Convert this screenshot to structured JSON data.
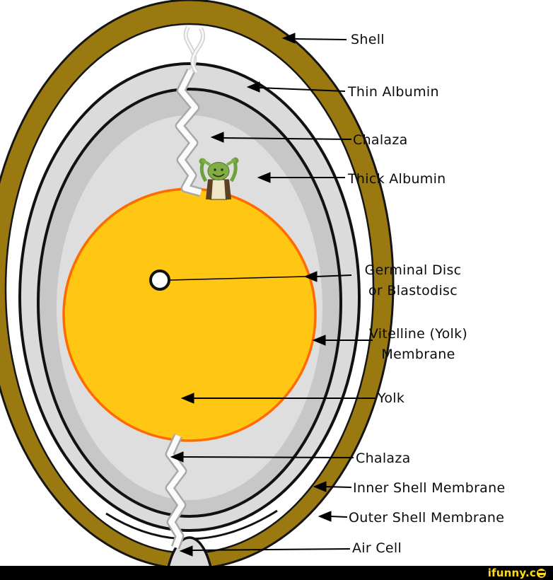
{
  "diagram": {
    "labels": {
      "shell": "Shell",
      "thin_albumin": "Thin Albumin",
      "chalaza_top": "Chalaza",
      "thick_albumin": "Thick Albumin",
      "germinal_disc_1": "Germinal Disc",
      "germinal_disc_2": "or Blastodisc",
      "vitelline_1": "Vitelline (Yolk)",
      "vitelline_2": "Membrane",
      "yolk": "Yolk",
      "chalaza_bottom": "Chalaza",
      "inner_shell_membrane": "Inner Shell Membrane",
      "outer_shell_membrane": "Outer Shell Membrane",
      "air_cell": "Air Cell"
    },
    "colors": {
      "shell": "#9A7A10",
      "egg_white_gap": "#FFFFFF",
      "thin_albumin_zone": "#DBDBDB",
      "membrane_zone": "#C7C7C7",
      "thick_albumin_zone": "#DEDEDE",
      "yolk_fill": "#FFC613",
      "yolk_border": "#FF6B00",
      "chalaza": "#FBFBFB",
      "germinal_disc": "#FFFFFF"
    },
    "sticker": "shrek"
  },
  "watermark": {
    "brand": "ifunny.c",
    "brand_color": "#FFDB16"
  }
}
